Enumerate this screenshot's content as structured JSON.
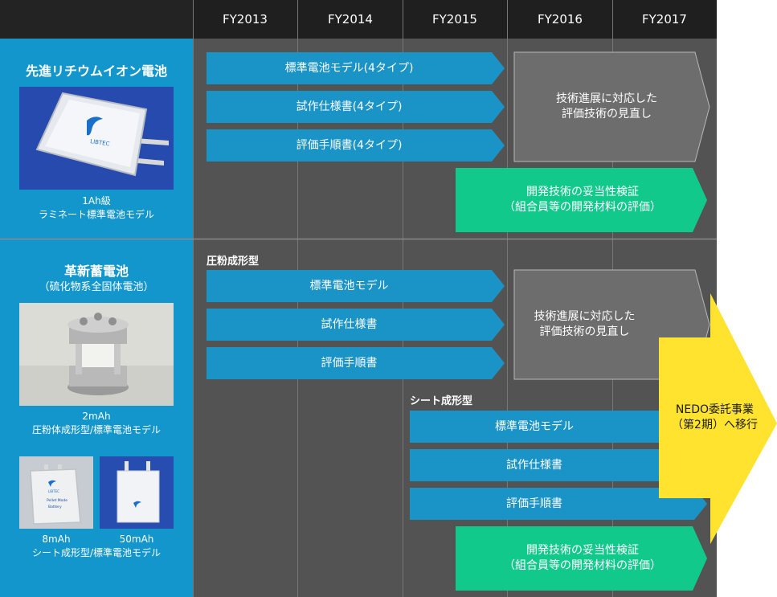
{
  "years": [
    "FY2013",
    "FY2014",
    "FY2015",
    "FY2016",
    "FY2017"
  ],
  "section1": {
    "title": "先進リチウムイオン電池",
    "caption_line1": "1Ah級",
    "caption_line2": "ラミネート標準電池モデル",
    "photo_logo": "LIBTEC",
    "arrows": [
      "標準電池モデル(4タイプ)",
      "試作仕様書(4タイプ)",
      "評価手順書(4タイプ)"
    ],
    "review_box": "技術進展に対応した\n評価技術の見直し",
    "validation": "開発技術の妥当性検証\n（組合員等の開発材料の評価）"
  },
  "section2": {
    "title": "革新蓄電池",
    "subtitle": "（硫化物系全固体電池）",
    "photo1_caption_line1": "2mAh",
    "photo1_caption_line2": "圧粉体成形型/標準電池モデル",
    "photo2_caption": "8mAh",
    "photo3_caption": "50mAh",
    "photos_caption": "シート成形型/標準電池モデル",
    "photo2_logo": "LIBTEC",
    "photo2_text": "Pellet Mode\nBattery",
    "group1_label": "圧粉成形型",
    "group1_arrows": [
      "標準電池モデル",
      "試作仕様書",
      "評価手順書"
    ],
    "review_box": "技術進展に対応した\n評価技術の見直し",
    "group2_label": "シート成形型",
    "group2_arrows": [
      "標準電池モデル",
      "試作仕様書",
      "評価手順書"
    ],
    "validation": "開発技術の妥当性検証\n（組合員等の開発材料の評価）"
  },
  "transition": "NEDO委託事業\n（第2期）へ移行",
  "colors": {
    "blue_arrow": "#1a93c6",
    "green_arrow": "#12c98c",
    "gray_box": "#6d6d6d",
    "yellow_arrow": "#ffe32e",
    "left_panel": "#1296cc",
    "header": "#1f1f1f",
    "grid_bg": "#535353"
  }
}
